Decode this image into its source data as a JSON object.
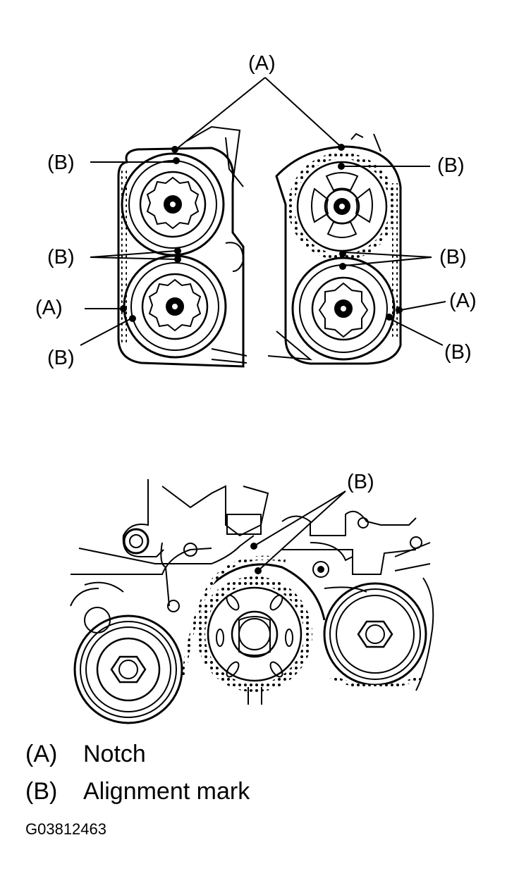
{
  "callouts": {
    "a": "(A)",
    "b": "(B)"
  },
  "legend": [
    {
      "key": "(A)",
      "text": "Notch"
    },
    {
      "key": "(B)",
      "text": "Alignment mark"
    }
  ],
  "figure_code": "G03812463"
}
